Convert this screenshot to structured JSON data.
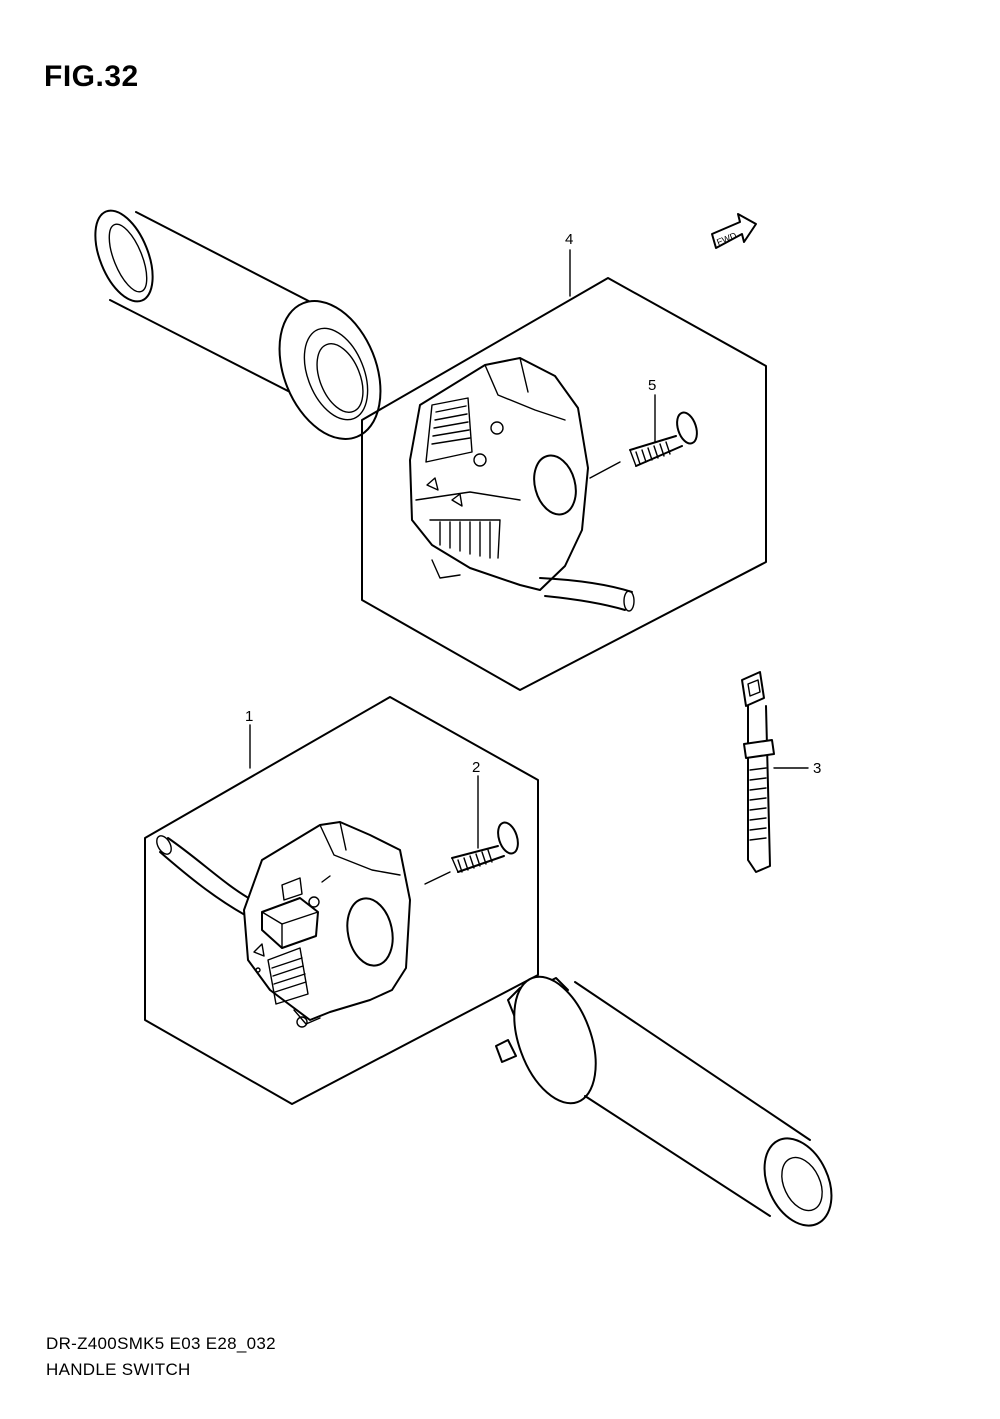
{
  "figure": {
    "title": "FIG.32",
    "fwd_label": "FWD"
  },
  "callouts": [
    {
      "id": "1",
      "label": "1"
    },
    {
      "id": "2",
      "label": "2"
    },
    {
      "id": "3",
      "label": "3"
    },
    {
      "id": "4",
      "label": "4"
    },
    {
      "id": "5",
      "label": "5"
    }
  ],
  "footer": {
    "code": "DR-Z400SMK5 E03 E28_032",
    "name": "HANDLE SWITCH"
  },
  "colors": {
    "line": "#000000",
    "background": "#ffffff"
  }
}
